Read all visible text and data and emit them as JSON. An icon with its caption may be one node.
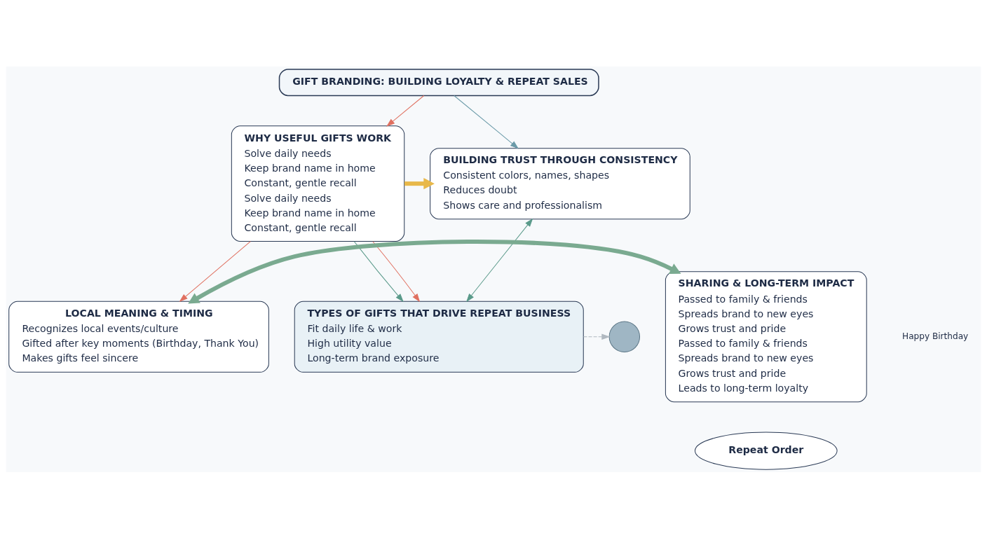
{
  "diagram": {
    "nodes": [
      {
        "text": [
          "GIFT BRANDING: BUILDING LOYALTY & REPEAT SALES"
        ]
      },
      {
        "text": [
          "WHY USEFUL GIFTS WORK",
          "Solve daily needs",
          "Keep brand name in home",
          "Constant, gentle recall",
          "Solve daily needs",
          "Keep brand name in home",
          "Constant, gentle recall"
        ]
      },
      {
        "text": [
          "BUILDING TRUST THROUGH CONSISTENCY",
          "Consistent colors, names, shapes",
          "Reduces doubt",
          "Shows care and professionalism"
        ]
      },
      {
        "text": [
          "TYPES OF GIFTS THAT DRIVE REPEAT BUSINESS",
          "Fit daily life & work",
          "High utility value",
          "Long-term brand exposure"
        ]
      },
      {
        "text": [
          "LOCAL MEANING & TIMING",
          "Recognizes local events/culture",
          "Gifted after key moments (Birthday, Thank You)",
          "Makes gifts feel sincere"
        ]
      },
      {
        "text": [
          "SHARING & LONG-TERM IMPACT",
          "Passed to family & friends",
          "Spreads brand to new eyes",
          "Grows trust and pride",
          "Passed to family & friends",
          "Spreads brand to new eyes",
          "Grows trust and pride",
          "Leads to long-term loyalty"
        ]
      },
      {
        "text": [
          "Repeat Order"
        ]
      },
      {
        "text": [],
        "shape": "circle"
      }
    ],
    "edges": [
      {
        "from": 0,
        "to": 1,
        "arrow": "to",
        "color": "#e07060"
      },
      {
        "from": 0,
        "to": 2,
        "arrow": "to",
        "color": "#6a9aa8"
      },
      {
        "from": 1,
        "to": 2,
        "arrow": "to",
        "style": "thick",
        "color": "#e8b84a"
      },
      {
        "from": 3,
        "to": 2,
        "arrow": "both",
        "color": "#5a9a8a"
      },
      {
        "from": 1,
        "to": 3,
        "arrow": "to",
        "color": "#5a9a8a"
      },
      {
        "from": 1,
        "to": 4,
        "arrow": "to",
        "color": "#e07060"
      },
      {
        "from": 1,
        "to": 3,
        "arrow": "to",
        "color": "#e07060"
      },
      {
        "from": 3,
        "to": 7,
        "arrow": "to",
        "style": "dashed",
        "color": "#b0b8c0"
      },
      {
        "from": 4,
        "to": 5,
        "arrow": "both",
        "style": "thick",
        "color": "#7aaa90"
      }
    ],
    "labels": [
      "Happy Birthday"
    ]
  }
}
